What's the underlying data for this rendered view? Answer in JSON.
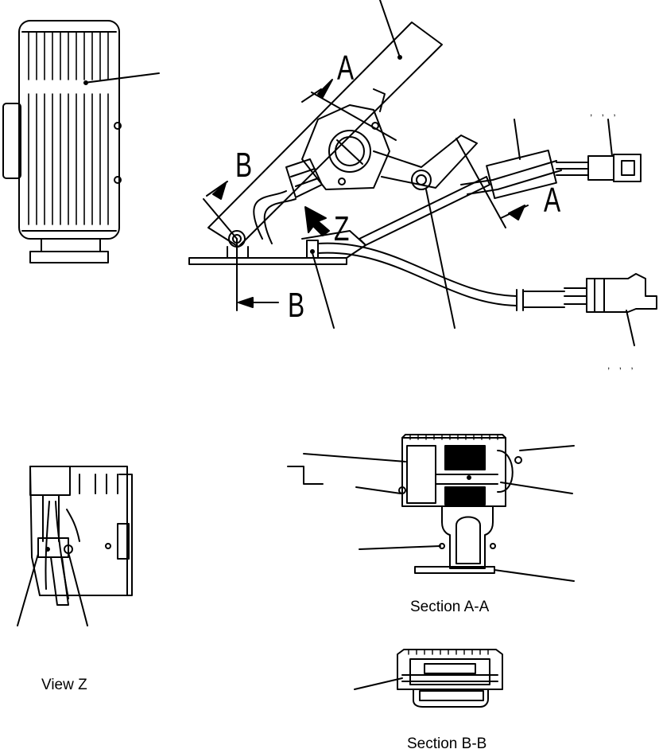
{
  "section_labels": {
    "a_top": "A",
    "a_right": "A",
    "b_top": "B",
    "b_bottom": "B",
    "z_arrow": "Z"
  },
  "captions": {
    "view_z": "View Z",
    "section_aa": "Section A-A",
    "section_bb": "Section B-B"
  },
  "callout_marks": {
    "connector_top": ", , ,",
    "connector_bottom": ", , ,"
  }
}
